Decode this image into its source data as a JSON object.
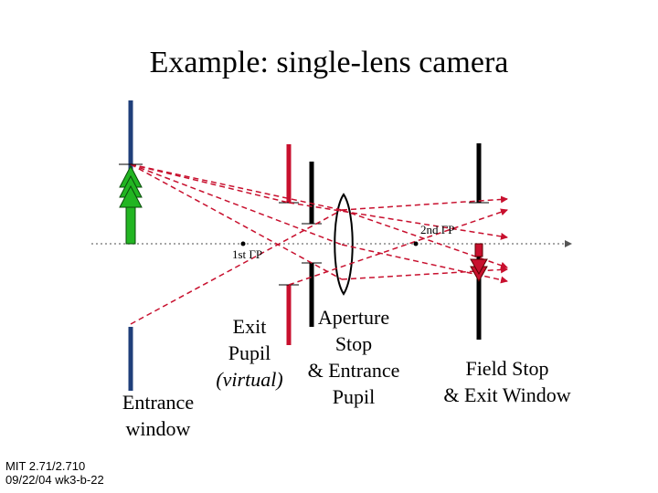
{
  "title": "Example: single-lens camera",
  "labels": {
    "exit_pupil": [
      "Exit",
      "Pupil",
      "(virtual)"
    ],
    "aperture_stop": [
      "Aperture",
      "Stop",
      "& Entrance",
      "Pupil"
    ],
    "field_stop": [
      "Field Stop",
      "& Exit Window"
    ],
    "entrance_window": [
      "Entrance",
      "window"
    ],
    "first_gp": "1st ΓP",
    "second_gp": "2nd ΓP"
  },
  "footer": [
    "MIT 2.71/2.710",
    "09/22/04 wk3-b-22"
  ],
  "colors": {
    "entrance_window": "#1f3f7a",
    "exit_pupil": "#c8102e",
    "object_arrow": "#22b522",
    "image_arrow": "#c8102e",
    "rays": "#c8102e",
    "axis": "#888888",
    "stops": "#000000"
  }
}
